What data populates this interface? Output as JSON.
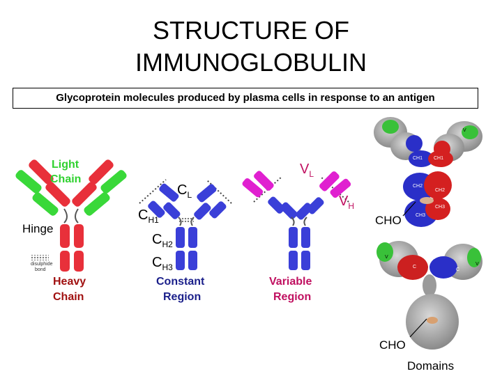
{
  "title": {
    "line1": "STRUCTURE OF",
    "line2": "IMMUNOGLOBULIN"
  },
  "subtitle": "Glycoprotein molecules produced  by plasma cells in response to an antigen",
  "diagram1": {
    "light_chain_line1": "Light",
    "light_chain_line2": "Chain",
    "hinge": "Hinge",
    "disulphide_line1": "disulphide",
    "disulphide_line2": "bond",
    "heavy_chain_line1": "Heavy",
    "heavy_chain_line2": "Chain"
  },
  "diagram2": {
    "cl": "C",
    "cl_sub": "L",
    "ch1": "C",
    "ch1_sub": "H1",
    "ch2": "C",
    "ch2_sub": "H2",
    "ch3": "C",
    "ch3_sub": "H3",
    "region_line1": "Constant",
    "region_line2": "Region"
  },
  "diagram3": {
    "vl": "V",
    "vl_sub": "L",
    "vh": "V",
    "vh_sub": "H",
    "region_line1": "Variable",
    "region_line2": "Region"
  },
  "model_top": {
    "ch1_a": "CH1",
    "ch1_b": "CH1",
    "ch2_a": "CH2",
    "ch2_b": "CH2",
    "ch3_a": "CH3",
    "ch3_b": "CH3",
    "v_label": "V",
    "cho": "CHO"
  },
  "model_bottom": {
    "v_left": "V",
    "c_mid": "C",
    "c_right": "C",
    "v_right": "V",
    "cho": "CHO",
    "domains": "Domains"
  },
  "colors": {
    "light_chain": "#39d839",
    "heavy_chain": "#e8303a",
    "constant": "#3a3fd8",
    "variable": "#e020d0",
    "molecule_grey": "#9a9a9a"
  }
}
